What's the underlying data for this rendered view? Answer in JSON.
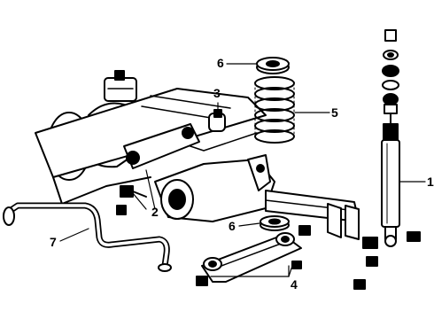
{
  "callouts": {
    "c1": "1",
    "c2": "2",
    "c3": "3",
    "c4": "4",
    "c5": "5",
    "c6a": "6",
    "c6b": "6",
    "c7": "7"
  },
  "colors": {
    "ink": "#000000",
    "paper": "#ffffff"
  }
}
